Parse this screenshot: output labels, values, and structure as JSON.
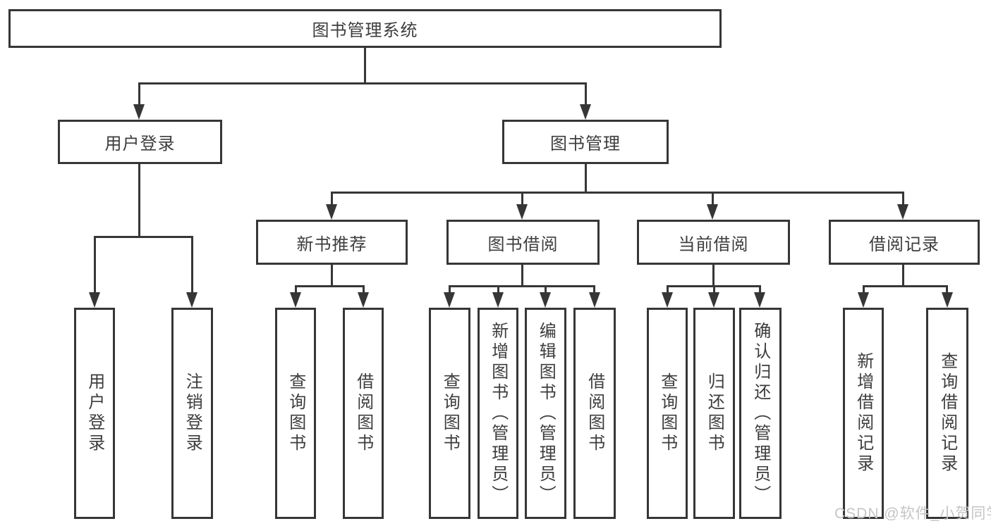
{
  "diagram": {
    "colors": {
      "line": "#363636",
      "text": "#3d3d3d",
      "watermark": "#c5c5c5",
      "background": "#ffffff"
    },
    "nodes": {
      "root": "图书管理系统",
      "user_login": "用户登录",
      "book_mgmt": "图书管理",
      "new_book": "新书推荐",
      "book_borrow": "图书借阅",
      "current_borrow": "当前借阅",
      "records": "借阅记录"
    },
    "leaves": {
      "user_login": [
        "用户登录",
        "注销登录"
      ],
      "new_book": [
        "查询图书",
        "借阅图书"
      ],
      "book_borrow": [
        "查询图书",
        "新增图书（管理员）",
        "编辑图书（管理员）",
        "借阅图书"
      ],
      "current_borrow": [
        "查询图书",
        "归还图书",
        "确认归还（管理员）"
      ],
      "records": [
        "新增借阅记录",
        "查询借阅记录"
      ]
    }
  },
  "watermark": {
    "text": "CSDN @软件_小贺同学"
  }
}
